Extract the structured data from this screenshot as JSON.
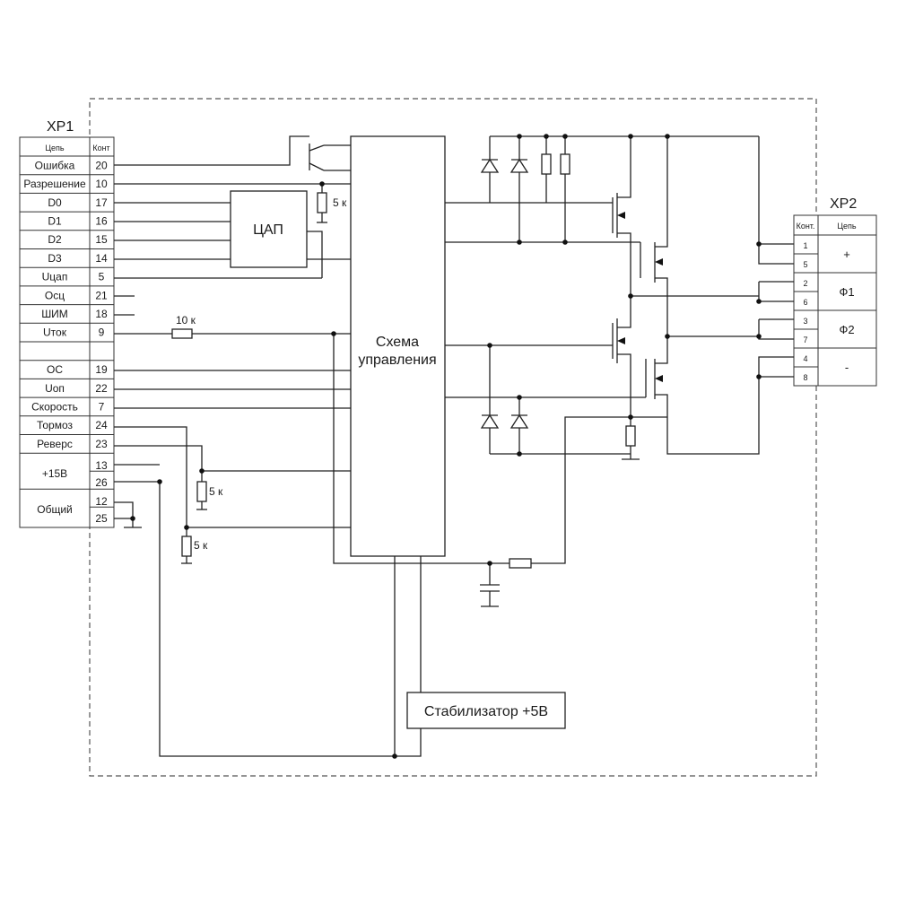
{
  "xp1": {
    "title": "XP1",
    "col_circuit": "Цепь",
    "col_pin": "Конт",
    "rows": [
      {
        "name": "Ошибка",
        "pin": "20"
      },
      {
        "name": "Разрешение",
        "pin": "10"
      },
      {
        "name": "D0",
        "pin": "17"
      },
      {
        "name": "D1",
        "pin": "16"
      },
      {
        "name": "D2",
        "pin": "15"
      },
      {
        "name": "D3",
        "pin": "14"
      },
      {
        "name": "Uцап",
        "pin": "5"
      },
      {
        "name": "Осц",
        "pin": "21"
      },
      {
        "name": "ШИМ",
        "pin": "18"
      },
      {
        "name": "Uток",
        "pin": "9"
      },
      {
        "name": "",
        "pin": ""
      },
      {
        "name": "ОС",
        "pin": "19"
      },
      {
        "name": "Uоп",
        "pin": "22"
      },
      {
        "name": "Скорость",
        "pin": "7"
      },
      {
        "name": "Тормоз",
        "pin": "24"
      },
      {
        "name": "Реверс",
        "pin": "23"
      }
    ],
    "p15": {
      "name": "+15В",
      "pins": [
        "13",
        "26"
      ]
    },
    "common": {
      "name": "Общий",
      "pins": [
        "12",
        "25"
      ]
    }
  },
  "xp2": {
    "title": "XP2",
    "col_pin": "Конт.",
    "col_circuit": "Цепь",
    "groups": [
      {
        "name": "+",
        "pins": [
          "1",
          "5"
        ]
      },
      {
        "name": "Ф1",
        "pins": [
          "2",
          "6"
        ]
      },
      {
        "name": "Ф2",
        "pins": [
          "3",
          "7"
        ]
      },
      {
        "name": "-",
        "pins": [
          "4",
          "8"
        ]
      }
    ]
  },
  "blocks": {
    "dac": "ЦАП",
    "control_line1": "Схема",
    "control_line2": "управления",
    "stabilizer": "Стабилизатор +5В"
  },
  "resistors": {
    "r_en": "5 к",
    "r_itok": "10 к",
    "r_brake": "5 к",
    "r_rev": "5 к"
  }
}
